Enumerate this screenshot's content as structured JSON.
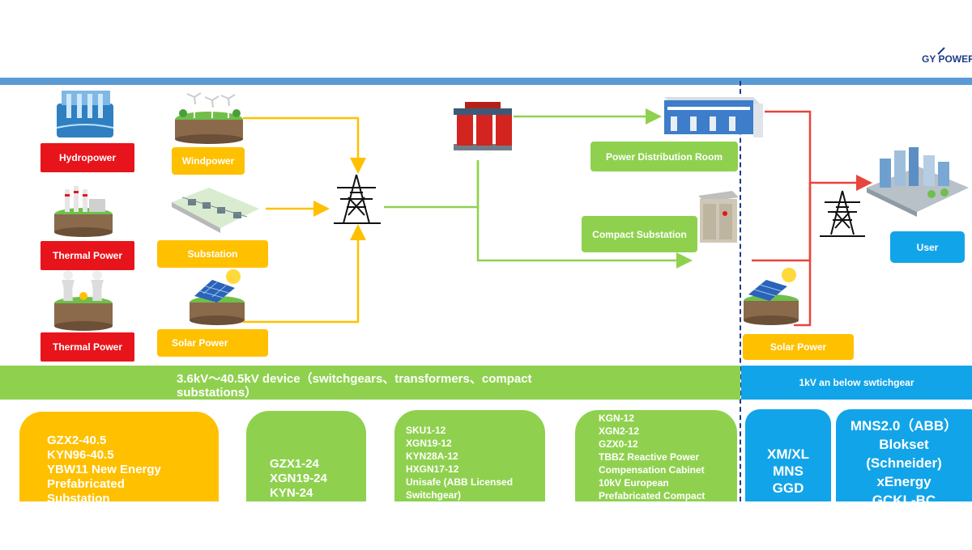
{
  "logo": {
    "text": "GY POWER"
  },
  "sources": {
    "hydropower": "Hydropower",
    "windpower": "Windpower",
    "thermal_power_1": "Thermal Power",
    "substation": "Substation",
    "thermal_power_2": "Thermal Power",
    "solar_power": "Solar Power"
  },
  "distribution": {
    "power_distribution_room": "Power Distribution Room",
    "compact_substation": "Compact Substation",
    "solar_power_right": "Solar Power",
    "user": "User"
  },
  "bands": {
    "mv_device": "3.6kV～40.5kV device（switchgears、transformers、compact substations）",
    "lv_switchgear": "1kV an below swtichgear"
  },
  "products": {
    "card1": [
      "GZX2-40.5",
      "KYN96-40.5",
      "YBW11 New Energy",
      "Prefabricated",
      "Substation"
    ],
    "card2": [
      "GZX1-24",
      "XGN19-24",
      "KYN-24"
    ],
    "card3": [
      "SKU1-12",
      "XGN19-12",
      "KYN28A-12",
      "HXGN17-12",
      "Unisafe (ABB Licensed",
      "Switchgear)"
    ],
    "card4": [
      "KGN-12",
      "XGN2-12",
      "GZX0-12",
      "TBBZ Reactive Power",
      "Compensation Cabinet",
      "10kV European",
      "Prefabricated Compact"
    ],
    "card5": [
      "XM/XL",
      "MNS",
      "GGD"
    ],
    "card6": [
      "MNS2.0（ABB）",
      "Blokset",
      "(Schneider)",
      "xEnergy",
      "GCKL-BC"
    ]
  },
  "colors": {
    "red": "#e8141c",
    "yellow": "#ffc000",
    "green": "#8fd14f",
    "blue": "#12a4e8",
    "top_bar": "#5b9bd5",
    "red_line": "#e8453c"
  }
}
